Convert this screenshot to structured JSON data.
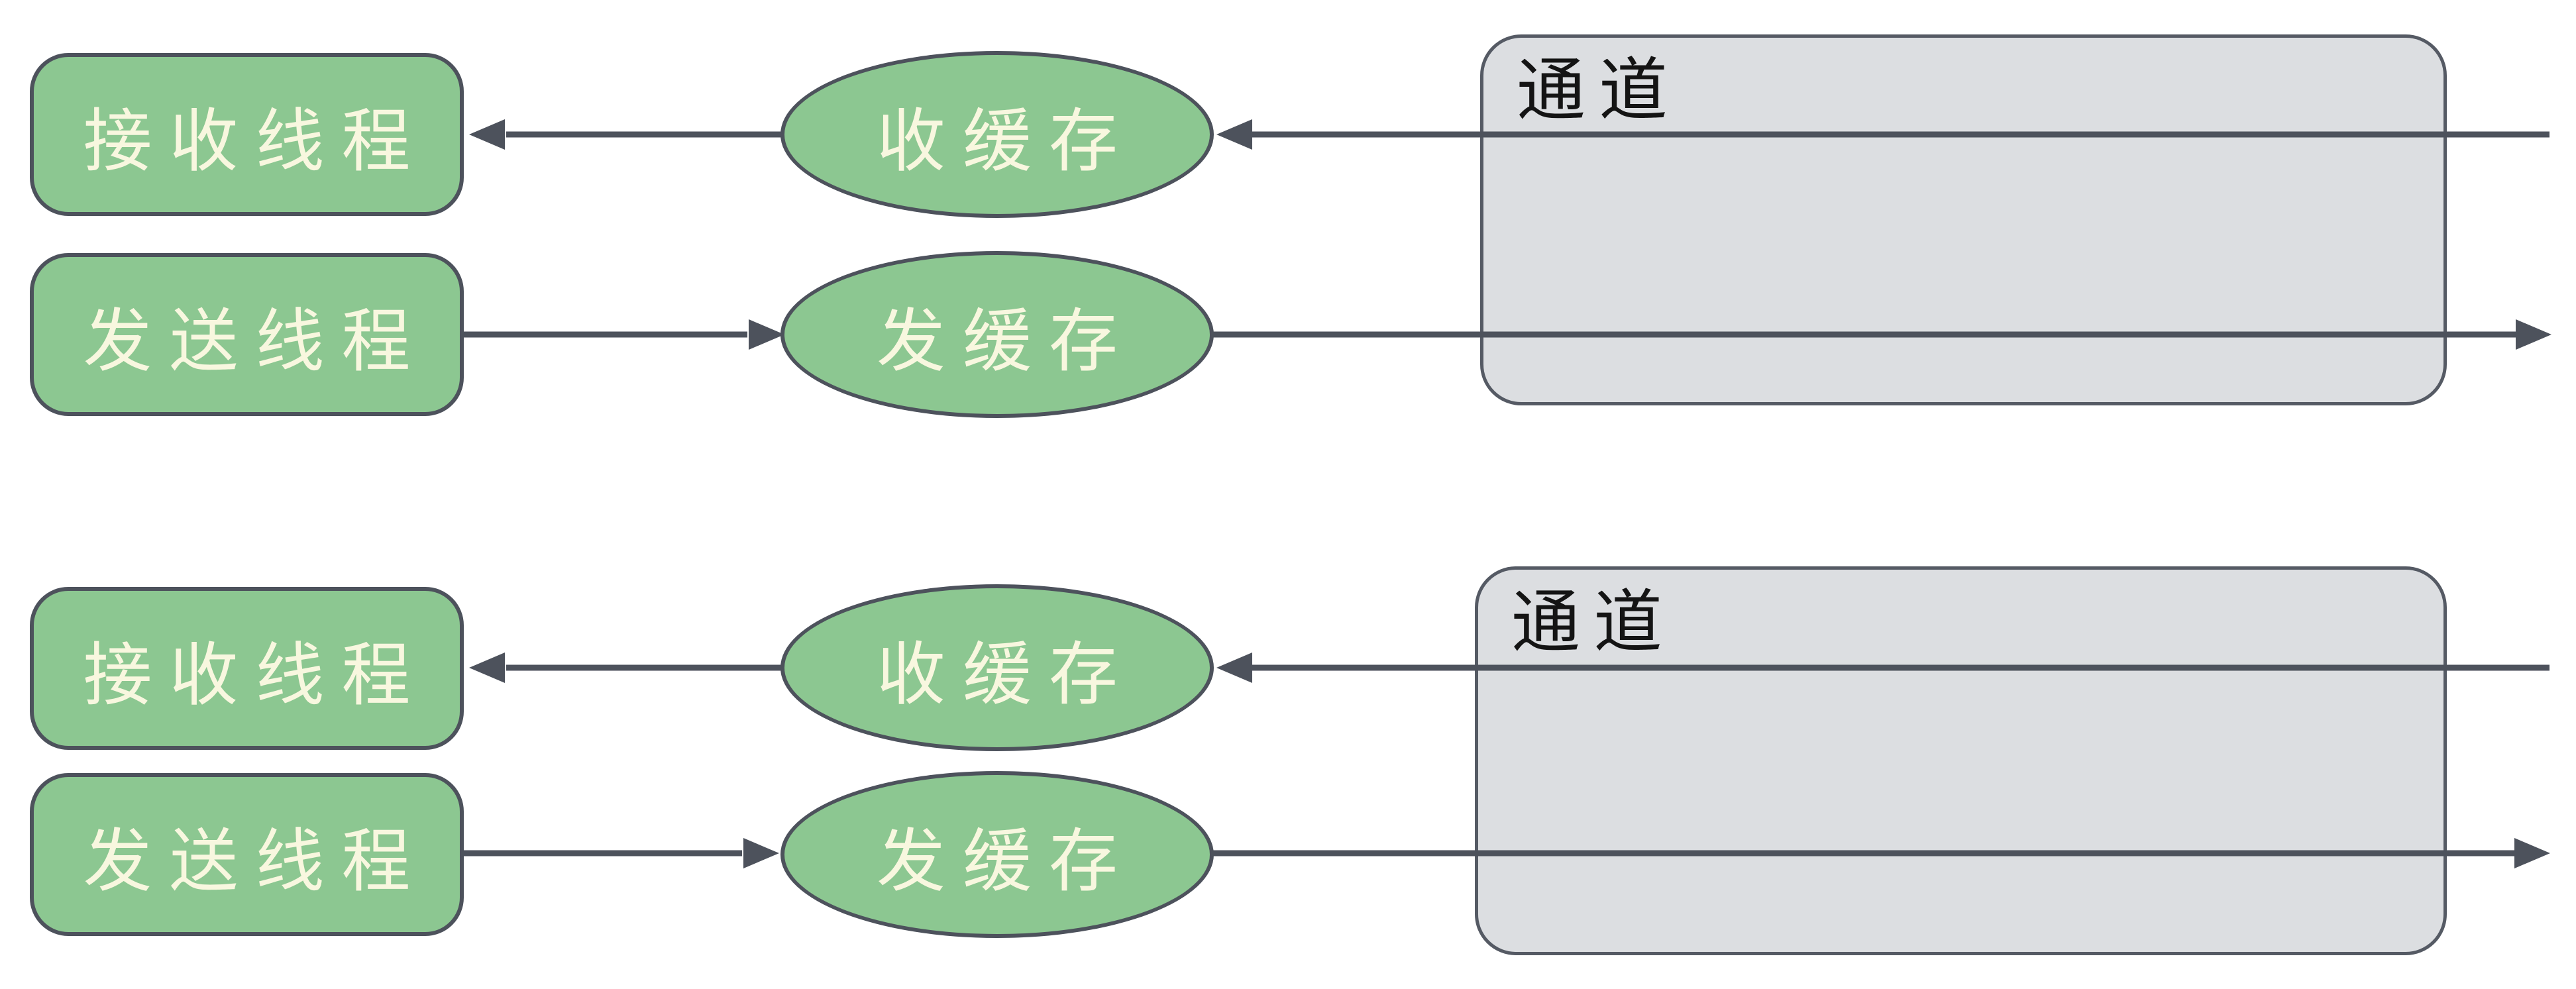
{
  "diagram": {
    "description_labels": {
      "receive_thread": "接收线程",
      "send_thread": "发送线程",
      "receive_buffer": "收缓存",
      "send_buffer": "发缓存",
      "channel": "通道"
    },
    "sections": [
      {
        "receive_thread_label": "接收线程",
        "send_thread_label": "发送线程",
        "receive_buffer_label": "收缓存",
        "send_buffer_label": "发缓存",
        "channel_label": "通道"
      },
      {
        "receive_thread_label": "接收线程",
        "send_thread_label": "发送线程",
        "receive_buffer_label": "收缓存",
        "send_buffer_label": "发缓存",
        "channel_label": "通道"
      }
    ],
    "colors": {
      "background": "#ffffff",
      "node_fill": "#8cc791",
      "node_border": "#4d525c",
      "node_text": "#f8f7df",
      "channel_fill": "#dcdee1",
      "channel_border": "#555a64",
      "channel_text": "#141414",
      "arrow": "#4d525c"
    }
  }
}
